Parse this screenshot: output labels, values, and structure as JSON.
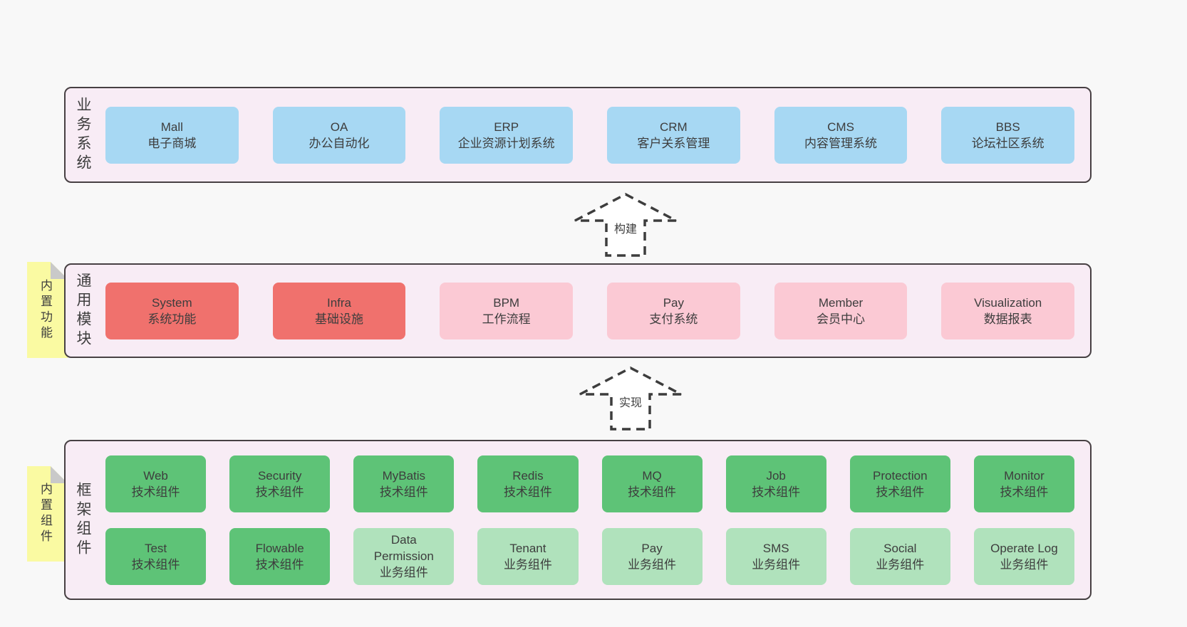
{
  "colors": {
    "page_background": "#f8f8f8",
    "panel_background": "#f8ecf5",
    "panel_border": "#474043",
    "box_blue": "#a7d8f3",
    "box_red": "#f0716d",
    "box_pink": "#fbc9d4",
    "box_green_dark": "#5ec377",
    "box_green_light": "#b0e2bc",
    "sticky_background": "#fafaa2",
    "sticky_fold": "#c9c9c9",
    "text": "#3d3d3d"
  },
  "arrows": [
    {
      "label": "构建"
    },
    {
      "label": "实现"
    }
  ],
  "bands": [
    {
      "name": "business-systems",
      "side_label": "业务系统",
      "sticky": null,
      "rows": [
        [
          {
            "title": "Mall",
            "subtitle": "电子商城",
            "variant": "blue"
          },
          {
            "title": "OA",
            "subtitle": "办公自动化",
            "variant": "blue"
          },
          {
            "title": "ERP",
            "subtitle": "企业资源计划系统",
            "variant": "blue"
          },
          {
            "title": "CRM",
            "subtitle": "客户关系管理",
            "variant": "blue"
          },
          {
            "title": "CMS",
            "subtitle": "内容管理系统",
            "variant": "blue"
          },
          {
            "title": "BBS",
            "subtitle": "论坛社区系统",
            "variant": "blue"
          }
        ]
      ]
    },
    {
      "name": "common-modules",
      "side_label": "通用模块",
      "sticky": "内置功能",
      "rows": [
        [
          {
            "title": "System",
            "subtitle": "系统功能",
            "variant": "red"
          },
          {
            "title": "Infra",
            "subtitle": "基础设施",
            "variant": "red"
          },
          {
            "title": "BPM",
            "subtitle": "工作流程",
            "variant": "pink"
          },
          {
            "title": "Pay",
            "subtitle": "支付系统",
            "variant": "pink"
          },
          {
            "title": "Member",
            "subtitle": "会员中心",
            "variant": "pink"
          },
          {
            "title": "Visualization",
            "subtitle": "数据报表",
            "variant": "pink"
          }
        ]
      ]
    },
    {
      "name": "framework-components",
      "side_label": "框架组件",
      "sticky": "内置组件",
      "rows": [
        [
          {
            "title": "Web",
            "subtitle": "技术组件",
            "variant": "green_dark"
          },
          {
            "title": "Security",
            "subtitle": "技术组件",
            "variant": "green_dark"
          },
          {
            "title": "MyBatis",
            "subtitle": "技术组件",
            "variant": "green_dark"
          },
          {
            "title": "Redis",
            "subtitle": "技术组件",
            "variant": "green_dark"
          },
          {
            "title": "MQ",
            "subtitle": "技术组件",
            "variant": "green_dark"
          },
          {
            "title": "Job",
            "subtitle": "技术组件",
            "variant": "green_dark"
          },
          {
            "title": "Protection",
            "subtitle": "技术组件",
            "variant": "green_dark"
          },
          {
            "title": "Monitor",
            "subtitle": "技术组件",
            "variant": "green_dark"
          }
        ],
        [
          {
            "title": "Test",
            "subtitle": "技术组件",
            "variant": "green_dark"
          },
          {
            "title": "Flowable",
            "subtitle": "技术组件",
            "variant": "green_dark"
          },
          {
            "title": "Data Permission",
            "subtitle": "业务组件",
            "variant": "green_light"
          },
          {
            "title": "Tenant",
            "subtitle": "业务组件",
            "variant": "green_light"
          },
          {
            "title": "Pay",
            "subtitle": "业务组件",
            "variant": "green_light"
          },
          {
            "title": "SMS",
            "subtitle": "业务组件",
            "variant": "green_light"
          },
          {
            "title": "Social",
            "subtitle": "业务组件",
            "variant": "green_light"
          },
          {
            "title": "Operate Log",
            "subtitle": "业务组件",
            "variant": "green_light"
          }
        ]
      ]
    }
  ]
}
